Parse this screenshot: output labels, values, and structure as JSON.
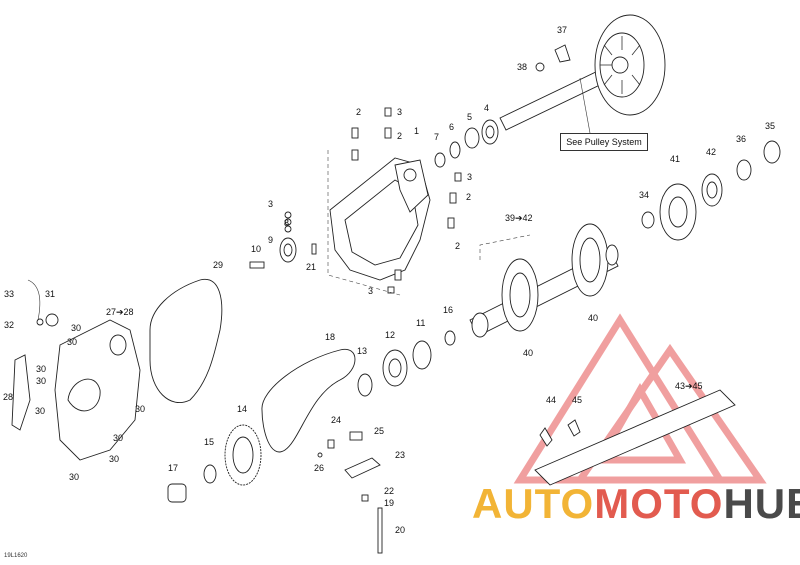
{
  "diagram": {
    "callout": "See Pulley System",
    "drawing_code": "19L1620",
    "part_labels": [
      {
        "id": "p1",
        "text": "1"
      },
      {
        "id": "p2a",
        "text": "2"
      },
      {
        "id": "p2b",
        "text": "2"
      },
      {
        "id": "p2c",
        "text": "2"
      },
      {
        "id": "p2d",
        "text": "2"
      },
      {
        "id": "p3a",
        "text": "3"
      },
      {
        "id": "p3b",
        "text": "3"
      },
      {
        "id": "p3c",
        "text": "3"
      },
      {
        "id": "p3d",
        "text": "3"
      },
      {
        "id": "p4",
        "text": "4"
      },
      {
        "id": "p5",
        "text": "5"
      },
      {
        "id": "p6",
        "text": "6"
      },
      {
        "id": "p7",
        "text": "7"
      },
      {
        "id": "p8",
        "text": "8"
      },
      {
        "id": "p9",
        "text": "9"
      },
      {
        "id": "p10",
        "text": "10"
      },
      {
        "id": "p11",
        "text": "11"
      },
      {
        "id": "p12",
        "text": "12"
      },
      {
        "id": "p13",
        "text": "13"
      },
      {
        "id": "p14",
        "text": "14"
      },
      {
        "id": "p15",
        "text": "15"
      },
      {
        "id": "p16",
        "text": "16"
      },
      {
        "id": "p17",
        "text": "17"
      },
      {
        "id": "p18",
        "text": "18"
      },
      {
        "id": "p19",
        "text": "19"
      },
      {
        "id": "p20",
        "text": "20"
      },
      {
        "id": "p21",
        "text": "21"
      },
      {
        "id": "p22",
        "text": "22"
      },
      {
        "id": "p23",
        "text": "23"
      },
      {
        "id": "p24",
        "text": "24"
      },
      {
        "id": "p25",
        "text": "25"
      },
      {
        "id": "p26",
        "text": "26"
      },
      {
        "id": "p27",
        "text": "27➔28"
      },
      {
        "id": "p28",
        "text": "28"
      },
      {
        "id": "p29",
        "text": "29"
      },
      {
        "id": "p30a",
        "text": "30"
      },
      {
        "id": "p30b",
        "text": "30"
      },
      {
        "id": "p30c",
        "text": "30"
      },
      {
        "id": "p30d",
        "text": "30"
      },
      {
        "id": "p30e",
        "text": "30"
      },
      {
        "id": "p30f",
        "text": "30"
      },
      {
        "id": "p30g",
        "text": "30"
      },
      {
        "id": "p30h",
        "text": "30"
      },
      {
        "id": "p30i",
        "text": "30"
      },
      {
        "id": "p31",
        "text": "31"
      },
      {
        "id": "p32",
        "text": "32"
      },
      {
        "id": "p33",
        "text": "33"
      },
      {
        "id": "p34",
        "text": "34"
      },
      {
        "id": "p35",
        "text": "35"
      },
      {
        "id": "p36",
        "text": "36"
      },
      {
        "id": "p37",
        "text": "37"
      },
      {
        "id": "p38",
        "text": "38"
      },
      {
        "id": "p39",
        "text": "39➔42"
      },
      {
        "id": "p40a",
        "text": "40"
      },
      {
        "id": "p40b",
        "text": "40"
      },
      {
        "id": "p41",
        "text": "41"
      },
      {
        "id": "p42",
        "text": "42"
      },
      {
        "id": "p43",
        "text": "43➔45"
      },
      {
        "id": "p44",
        "text": "44"
      },
      {
        "id": "p45",
        "text": "45"
      }
    ]
  },
  "watermark": {
    "part1": "AUTO",
    "part2": "MOTO",
    "part3": "HUB",
    "colors": {
      "yellow": "#f2b436",
      "red": "#e25b4f",
      "gray": "#4a4a4a",
      "triangle": "#ee8f8f"
    }
  }
}
